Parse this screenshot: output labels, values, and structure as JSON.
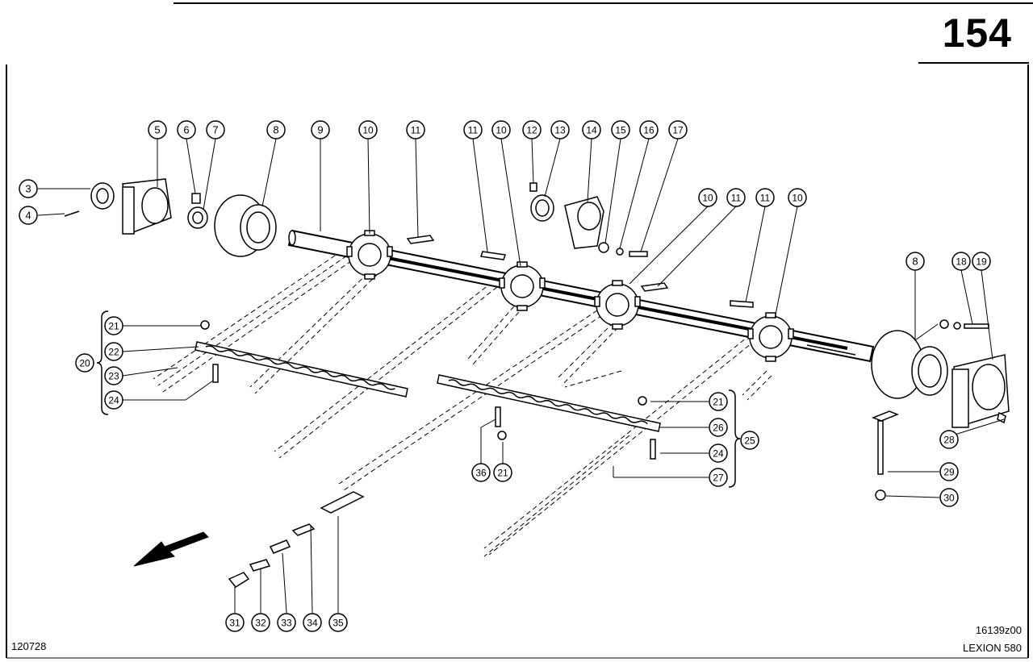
{
  "page_number": "154",
  "drawing_code": "16139z00",
  "model": "LEXION 580",
  "date_code": "120728",
  "callouts": [
    {
      "id": "c3",
      "label": "3"
    },
    {
      "id": "c4",
      "label": "4"
    },
    {
      "id": "c5",
      "label": "5"
    },
    {
      "id": "c6",
      "label": "6"
    },
    {
      "id": "c7",
      "label": "7"
    },
    {
      "id": "c8a",
      "label": "8"
    },
    {
      "id": "c9",
      "label": "9"
    },
    {
      "id": "c10a",
      "label": "10"
    },
    {
      "id": "c11a",
      "label": "11"
    },
    {
      "id": "c11b",
      "label": "11"
    },
    {
      "id": "c10b",
      "label": "10"
    },
    {
      "id": "c12",
      "label": "12"
    },
    {
      "id": "c13",
      "label": "13"
    },
    {
      "id": "c14",
      "label": "14"
    },
    {
      "id": "c15",
      "label": "15"
    },
    {
      "id": "c16",
      "label": "16"
    },
    {
      "id": "c17",
      "label": "17"
    },
    {
      "id": "c10c",
      "label": "10"
    },
    {
      "id": "c11c",
      "label": "11"
    },
    {
      "id": "c11d",
      "label": "11"
    },
    {
      "id": "c10d",
      "label": "10"
    },
    {
      "id": "c8b",
      "label": "8"
    },
    {
      "id": "c18",
      "label": "18"
    },
    {
      "id": "c19",
      "label": "19"
    },
    {
      "id": "c21a",
      "label": "21"
    },
    {
      "id": "c22",
      "label": "22"
    },
    {
      "id": "c20",
      "label": "20"
    },
    {
      "id": "c23",
      "label": "23"
    },
    {
      "id": "c24a",
      "label": "24"
    },
    {
      "id": "c21b",
      "label": "21"
    },
    {
      "id": "c26",
      "label": "26"
    },
    {
      "id": "c25",
      "label": "25"
    },
    {
      "id": "c24b",
      "label": "24"
    },
    {
      "id": "c27",
      "label": "27"
    },
    {
      "id": "c36",
      "label": "36"
    },
    {
      "id": "c21c",
      "label": "21"
    },
    {
      "id": "c28",
      "label": "28"
    },
    {
      "id": "c29",
      "label": "29"
    },
    {
      "id": "c30",
      "label": "30"
    },
    {
      "id": "c31",
      "label": "31"
    },
    {
      "id": "c32",
      "label": "32"
    },
    {
      "id": "c33",
      "label": "33"
    },
    {
      "id": "c34",
      "label": "34"
    },
    {
      "id": "c35",
      "label": "35"
    }
  ]
}
